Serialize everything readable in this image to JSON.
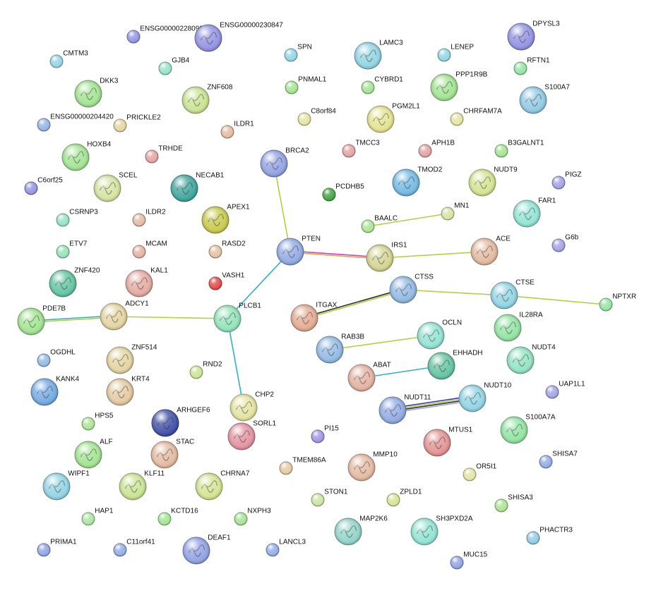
{
  "nodes": [
    {
      "id": "ENSG00000228090",
      "color": "#8f8fe3"
    },
    {
      "id": "ENSG00000230847",
      "color": "#8f8fe3"
    },
    {
      "id": "SPN",
      "color": "#8fd3e3"
    },
    {
      "id": "LAMC3",
      "color": "#8fd3e3"
    },
    {
      "id": "LENEP",
      "color": "#8fd3e3"
    },
    {
      "id": "DPYSL3",
      "color": "#8f8fe3"
    },
    {
      "id": "CMTM3",
      "color": "#8fd3e3"
    },
    {
      "id": "GJB4",
      "color": "#8fe3c8"
    },
    {
      "id": "RFTN1",
      "color": "#8fe3a0"
    },
    {
      "id": "DKK3",
      "color": "#a0e38f"
    },
    {
      "id": "ZNF608",
      "color": "#c8e38f"
    },
    {
      "id": "PNMAL1",
      "color": "#a0e38f"
    },
    {
      "id": "CYBRD1",
      "color": "#a0e38f"
    },
    {
      "id": "PPP1R9B",
      "color": "#a0e38f"
    },
    {
      "id": "S100A7",
      "color": "#8fc8e3"
    },
    {
      "id": "PGM2L1",
      "color": "#e3e38f"
    },
    {
      "id": "ENSG00000204420",
      "color": "#8fb0e3"
    },
    {
      "id": "PRICKLE2",
      "color": "#e3d39f"
    },
    {
      "id": "C8orf84",
      "color": "#e3e39f"
    },
    {
      "id": "CHRFAM7A",
      "color": "#e3e39f"
    },
    {
      "id": "ILDR1",
      "color": "#e3b89f"
    },
    {
      "id": "HOXB4",
      "color": "#a0e38f"
    },
    {
      "id": "TRHDE",
      "color": "#e39f9f"
    },
    {
      "id": "BRCA2",
      "color": "#8f9fe3"
    },
    {
      "id": "TMCC3",
      "color": "#e39f9f"
    },
    {
      "id": "APH1B",
      "color": "#e39f9f"
    },
    {
      "id": "B3GALNT1",
      "color": "#a0e38f"
    },
    {
      "id": "NECAB1",
      "color": "#3aa39a"
    },
    {
      "id": "SCEL",
      "color": "#d3e39f"
    },
    {
      "id": "TMOD2",
      "color": "#6fb8e3"
    },
    {
      "id": "NUDT9",
      "color": "#d3e38f"
    },
    {
      "id": "PIGZ",
      "color": "#9f9fe3"
    },
    {
      "id": "C6orf25",
      "color": "#8f8fe3"
    },
    {
      "id": "PCDHB5",
      "color": "#3aa03a"
    },
    {
      "id": "CSRNP3",
      "color": "#8fe3c0"
    },
    {
      "id": "ILDR2",
      "color": "#e3b89f"
    },
    {
      "id": "APEX1",
      "color": "#c8c84a"
    },
    {
      "id": "MN1",
      "color": "#d3e39f"
    },
    {
      "id": "FAR1",
      "color": "#8fe3d3"
    },
    {
      "id": "BAALC",
      "color": "#a8e38f"
    },
    {
      "id": "ETV7",
      "color": "#8fe3b0"
    },
    {
      "id": "MCAM",
      "color": "#e3b0a0"
    },
    {
      "id": "RASD2",
      "color": "#e3c0a0"
    },
    {
      "id": "PTEN",
      "color": "#8fa8e3"
    },
    {
      "id": "IRS1",
      "color": "#d3d38f"
    },
    {
      "id": "ACE",
      "color": "#e3b89f"
    },
    {
      "id": "G6b",
      "color": "#9f9fe3"
    },
    {
      "id": "ZNF420",
      "color": "#5fc3a0"
    },
    {
      "id": "KAL1",
      "color": "#e3a8a0"
    },
    {
      "id": "VASH1",
      "color": "#e34040"
    },
    {
      "id": "CTSS",
      "color": "#8fb8e3"
    },
    {
      "id": "CTSE",
      "color": "#8fd3e3"
    },
    {
      "id": "NPTXR",
      "color": "#8fe3a0"
    },
    {
      "id": "PDE7B",
      "color": "#a0e38f"
    },
    {
      "id": "ADCY1",
      "color": "#e3d39f"
    },
    {
      "id": "PLCB1",
      "color": "#8fe3b8"
    },
    {
      "id": "ITGAX",
      "color": "#e3a88f"
    },
    {
      "id": "IL28RA",
      "color": "#8fe3a0"
    },
    {
      "id": "OCLN",
      "color": "#8fe3d3"
    },
    {
      "id": "NUDT4",
      "color": "#8fe3c0"
    },
    {
      "id": "RAB3B",
      "color": "#8fb8e3"
    },
    {
      "id": "OGDHL",
      "color": "#8fb8e3"
    },
    {
      "id": "ZNF514",
      "color": "#e3d39f"
    },
    {
      "id": "EHHADH",
      "color": "#5fc3a0"
    },
    {
      "id": "RND2",
      "color": "#c8e38f"
    },
    {
      "id": "ABAT",
      "color": "#e3b0a0"
    },
    {
      "id": "KANK4",
      "color": "#6fa8e3"
    },
    {
      "id": "KRT4",
      "color": "#e3c8a0"
    },
    {
      "id": "CHP2",
      "color": "#e3e3a0"
    },
    {
      "id": "NUDT11",
      "color": "#8fa8e3"
    },
    {
      "id": "NUDT10",
      "color": "#8fd3e3"
    },
    {
      "id": "UAP1L1",
      "color": "#9f9fe3"
    },
    {
      "id": "HPS5",
      "color": "#a8e38f"
    },
    {
      "id": "ARHGEF6",
      "color": "#3a4aa3"
    },
    {
      "id": "SORL1",
      "color": "#e38f9f"
    },
    {
      "id": "S100A7A",
      "color": "#8fe3a0"
    },
    {
      "id": "ALF",
      "color": "#a0e38f"
    },
    {
      "id": "PI15",
      "color": "#a08fe3"
    },
    {
      "id": "MTUS1",
      "color": "#e38f8f"
    },
    {
      "id": "STAC",
      "color": "#e3b89f"
    },
    {
      "id": "SHISA7",
      "color": "#8fa8e3"
    },
    {
      "id": "WIPF1",
      "color": "#8fd3e3"
    },
    {
      "id": "KLF11",
      "color": "#c8e38f"
    },
    {
      "id": "CHRNA7",
      "color": "#d3e38f"
    },
    {
      "id": "TMEM86A",
      "color": "#e3c8a0"
    },
    {
      "id": "MMP10",
      "color": "#e3b89f"
    },
    {
      "id": "OR5I1",
      "color": "#e3e39f"
    },
    {
      "id": "STON1",
      "color": "#c8e39f"
    },
    {
      "id": "ZPLD1",
      "color": "#d3e38f"
    },
    {
      "id": "SHISA3",
      "color": "#a8e38f"
    },
    {
      "id": "HAP1",
      "color": "#a8e3a0"
    },
    {
      "id": "KCTD16",
      "color": "#a0e38f"
    },
    {
      "id": "NXPH3",
      "color": "#a0e38f"
    },
    {
      "id": "MAP2K6",
      "color": "#8fd3c8"
    },
    {
      "id": "SH3PXD2A",
      "color": "#8fe3d3"
    },
    {
      "id": "PHACTR3",
      "color": "#8fc8e3"
    },
    {
      "id": "DEAF1",
      "color": "#8f9fe3"
    },
    {
      "id": "PRIMA1",
      "color": "#8f9fe3"
    },
    {
      "id": "C11orf41",
      "color": "#8fa8e3"
    },
    {
      "id": "LANCL3",
      "color": "#8fa8e3"
    },
    {
      "id": "MUC15",
      "color": "#8f9fe3"
    }
  ],
  "edges": [
    {
      "source": "BRCA2",
      "target": "PTEN",
      "colors": [
        "#b0d040"
      ]
    },
    {
      "source": "PTEN",
      "target": "IRS1",
      "colors": [
        "#d040c0",
        "#d0b040"
      ]
    },
    {
      "source": "IRS1",
      "target": "ACE",
      "colors": [
        "#b0d040"
      ]
    },
    {
      "source": "BAALC",
      "target": "MN1",
      "colors": [
        "#b0d040"
      ]
    },
    {
      "source": "PTEN",
      "target": "PLCB1",
      "colors": [
        "#30b0c8"
      ]
    },
    {
      "source": "PDE7B",
      "target": "ADCY1",
      "colors": [
        "#30b0c8",
        "#b0d040"
      ]
    },
    {
      "source": "ADCY1",
      "target": "PLCB1",
      "colors": [
        "#b0d040"
      ]
    },
    {
      "source": "PLCB1",
      "target": "CHP2",
      "colors": [
        "#30b0c8"
      ]
    },
    {
      "source": "ITGAX",
      "target": "CTSS",
      "colors": [
        "#303030",
        "#b0d040"
      ]
    },
    {
      "source": "CTSS",
      "target": "CTSE",
      "colors": [
        "#b0d040"
      ]
    },
    {
      "source": "CTSE",
      "target": "NPTXR",
      "colors": [
        "#b0d040"
      ]
    },
    {
      "source": "RAB3B",
      "target": "OCLN",
      "colors": [
        "#b0d040"
      ]
    },
    {
      "source": "ABAT",
      "target": "EHHADH",
      "colors": [
        "#30b0c8"
      ]
    },
    {
      "source": "NUDT11",
      "target": "NUDT10",
      "colors": [
        "#3030c0",
        "#b0d040",
        "#303030",
        "#9f9fe3"
      ]
    }
  ]
}
